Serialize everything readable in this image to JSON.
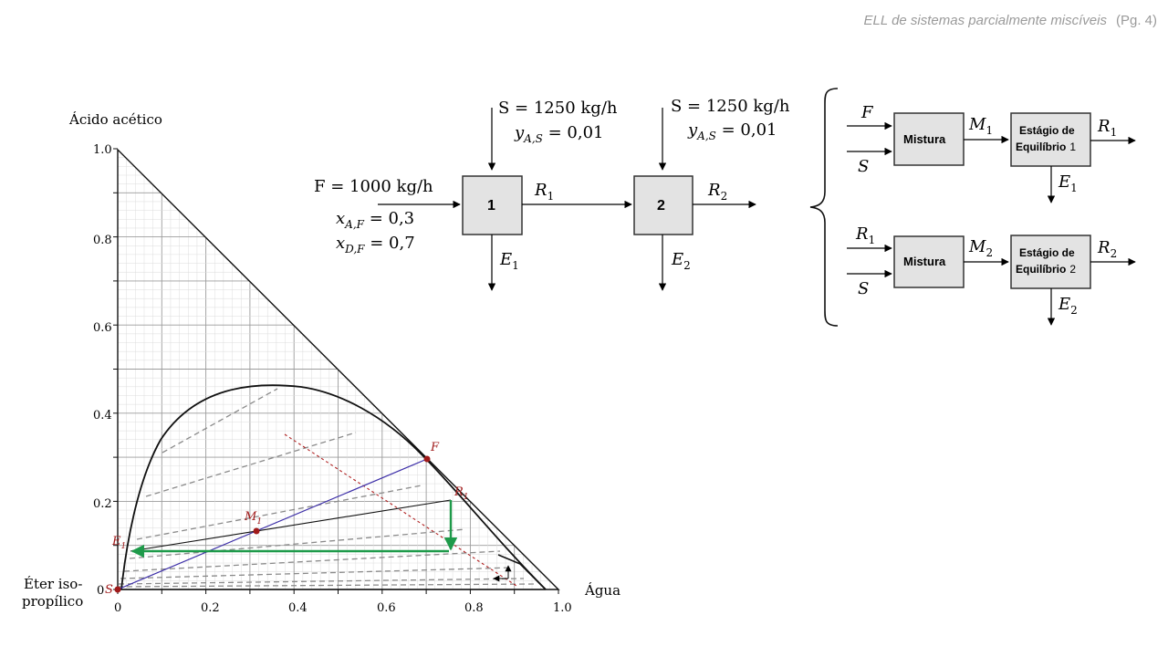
{
  "header": {
    "title": "ELL de sistemas parcialmente miscíveis",
    "page": "(Pg. 4)"
  },
  "ternary": {
    "top_label": "Ácido acético",
    "left_label_line1": "Éter iso-",
    "left_label_line2": "propílico",
    "right_label": "Água",
    "x_ticks": [
      "0",
      "0.2",
      "0.4",
      "0.6",
      "0.8",
      "1.0"
    ],
    "y_ticks": [
      "0",
      "0.2",
      "0.4",
      "0.6",
      "0.8",
      "1.0"
    ],
    "points": {
      "F": "F",
      "M": "M",
      "M_sub": "1",
      "R": "R",
      "R_sub": "1",
      "E": "E",
      "E_sub": "1",
      "S": "S"
    },
    "binodal_peak_y": 0.47
  },
  "process": {
    "S1_eq": "S = 1250 kg/h",
    "S1_y": "y",
    "S1_y_sub": "A,S",
    "S1_y_val": " = 0,01",
    "S2_eq": "S = 1250 kg/h",
    "S2_y": "y",
    "S2_y_sub": "A,S",
    "S2_y_val": " = 0,01",
    "F_eq": "F = 1000 kg/h",
    "xA": "x",
    "xA_sub": "A,F",
    "xA_val": " = 0,3",
    "xD": "x",
    "xD_sub": "D,F",
    "xD_val": " = 0,7",
    "stage1": "1",
    "stage2": "2",
    "R": "R",
    "R1_sub": "1",
    "R2_sub": "2",
    "E": "E",
    "E1_sub": "1",
    "E2_sub": "2"
  },
  "blocks": {
    "F": "F",
    "S": "S",
    "R": "R",
    "R_sub1": "1",
    "mix": "Mistura",
    "M": "M",
    "M_sub1": "1",
    "M_sub2": "2",
    "stage_line1": "Estágio de",
    "stage_line2": "Equilíbrio",
    "num1": "1",
    "num2": "2",
    "R_sub2": "2",
    "E": "E",
    "E_sub1": "1",
    "E_sub2": "2"
  }
}
